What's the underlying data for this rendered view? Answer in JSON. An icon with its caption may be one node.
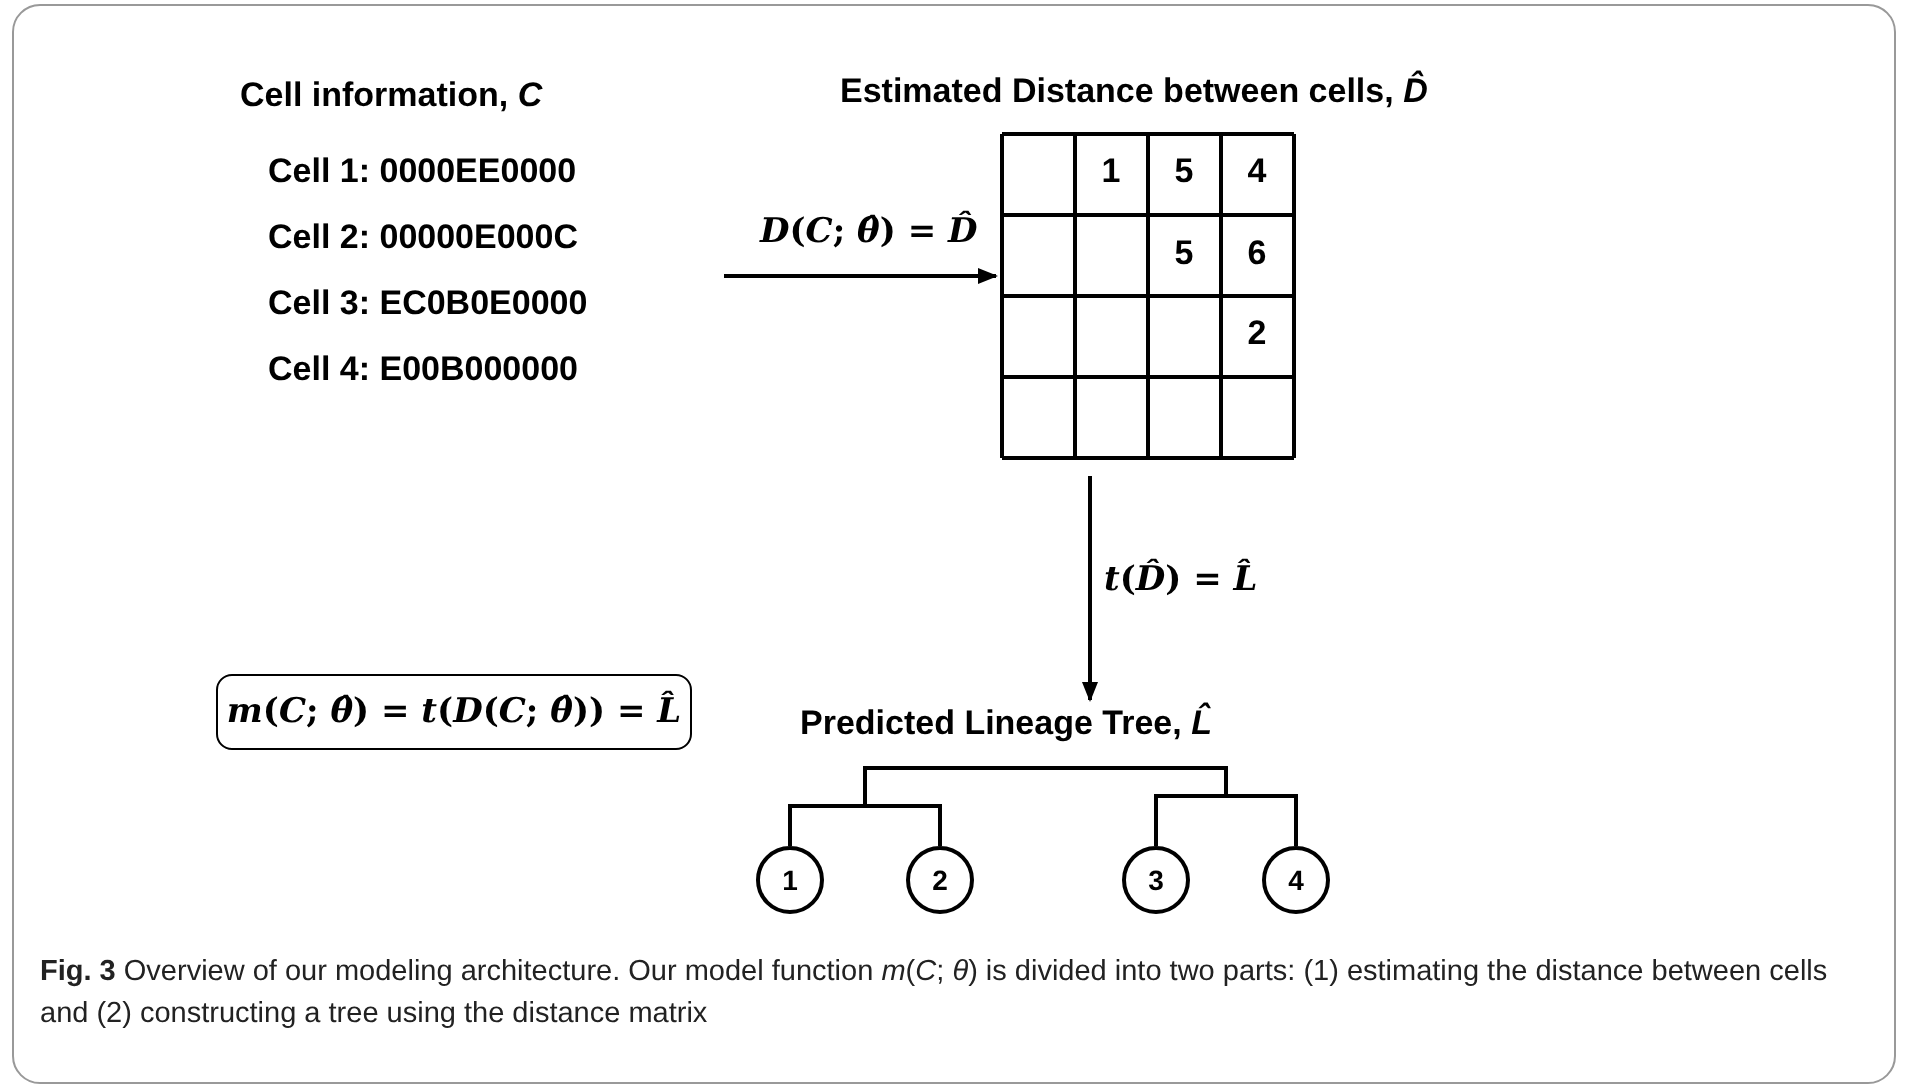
{
  "diagram": {
    "caption": "**Fig. 3** Overview of our modeling architecture. Our model function *m*(*C*; *θ*) is divided into two parts: (1) estimating the distance between cells and (2) constructing a tree using the distance matrix",
    "nodes": [
      {
        "text": [
          "Cell information, *C*",
          "Cell 1: 0000EE0000",
          "Cell 2: 00000E000C",
          "Cell 3: EC0B0E0000",
          "Cell 4: E00B000000"
        ]
      },
      {
        "text": [
          "Estimated Distance between cells, *D̂*"
        ]
      },
      {
        "text": [
          "Predicted Lineage Tree, *L̂*"
        ]
      },
      {
        "text": [
          "1"
        ],
        "in": 2
      },
      {
        "text": [
          "2"
        ],
        "in": 2
      },
      {
        "text": [
          "3"
        ],
        "in": 2
      },
      {
        "text": [
          "4"
        ],
        "in": 2
      },
      {
        "text": [
          "*m*(*C*; *θ̂*) = *t*(*D*(*C*; *θ̂*)) = *L̂*"
        ]
      }
    ],
    "edges": [
      {
        "from": 0,
        "to": 1,
        "arrow": "to",
        "label": "*D*(*C*; *θ̂*) = *D̂*"
      },
      {
        "from": 1,
        "to": 2,
        "arrow": "to",
        "label": "*t*(*D̂*) = *L̂*"
      },
      {
        "from": 3,
        "to": 4,
        "arrow": "none"
      },
      {
        "from": 5,
        "to": 6,
        "arrow": "none"
      }
    ],
    "labels": [
      "1",
      "5",
      "4",
      "5",
      "6",
      "2"
    ]
  }
}
